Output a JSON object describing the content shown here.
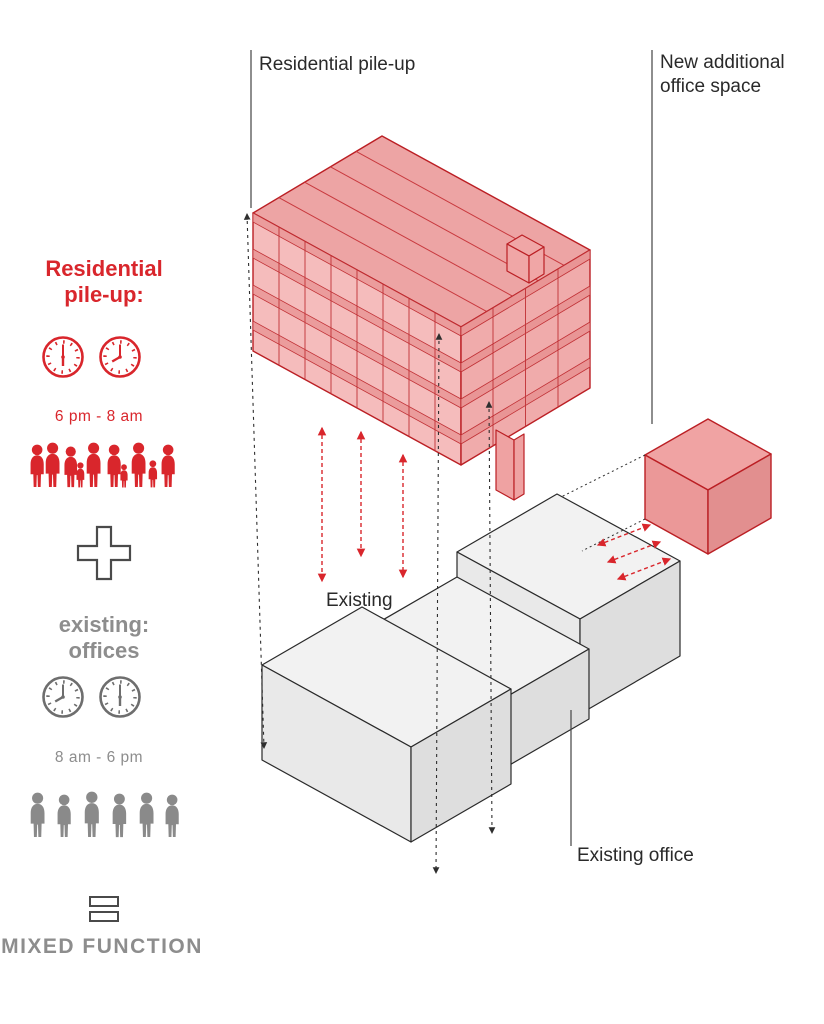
{
  "colors": {
    "accent_red": "#d9262c",
    "building_fill": "#f5bcbc",
    "building_edge": "#bb1f24",
    "existing_gray_fill": "#ececec",
    "existing_edge": "#2a2a2a",
    "legend_gray": "#8d8d8d",
    "label_dark": "#2a2a2a"
  },
  "legend": {
    "residential_title_line1": "Residential",
    "residential_title_line2": "pile-up:",
    "residential_hours": "6 pm - 8 am",
    "residential_clock_times": [
      "6:00",
      "8:00"
    ],
    "existing_title_line1": "existing:",
    "existing_title_line2": "offices",
    "existing_hours": "8 am - 6 pm",
    "office_clock_times": [
      "8:00",
      "6:00"
    ],
    "result_label": "MIXED FUNCTION",
    "icons": {
      "residential_clocks": "clock-icon",
      "residential_people": "family-figures-icon",
      "plus": "plus-icon",
      "office_clocks": "clock-icon",
      "office_people": "office-workers-icon",
      "equals": "equals-icon"
    }
  },
  "diagram": {
    "label_residential": "Residential pile-up",
    "label_new_office_line1": "New additional",
    "label_new_office_line2": "office space",
    "label_existing": "Existing",
    "label_existing_office": "Existing office"
  }
}
